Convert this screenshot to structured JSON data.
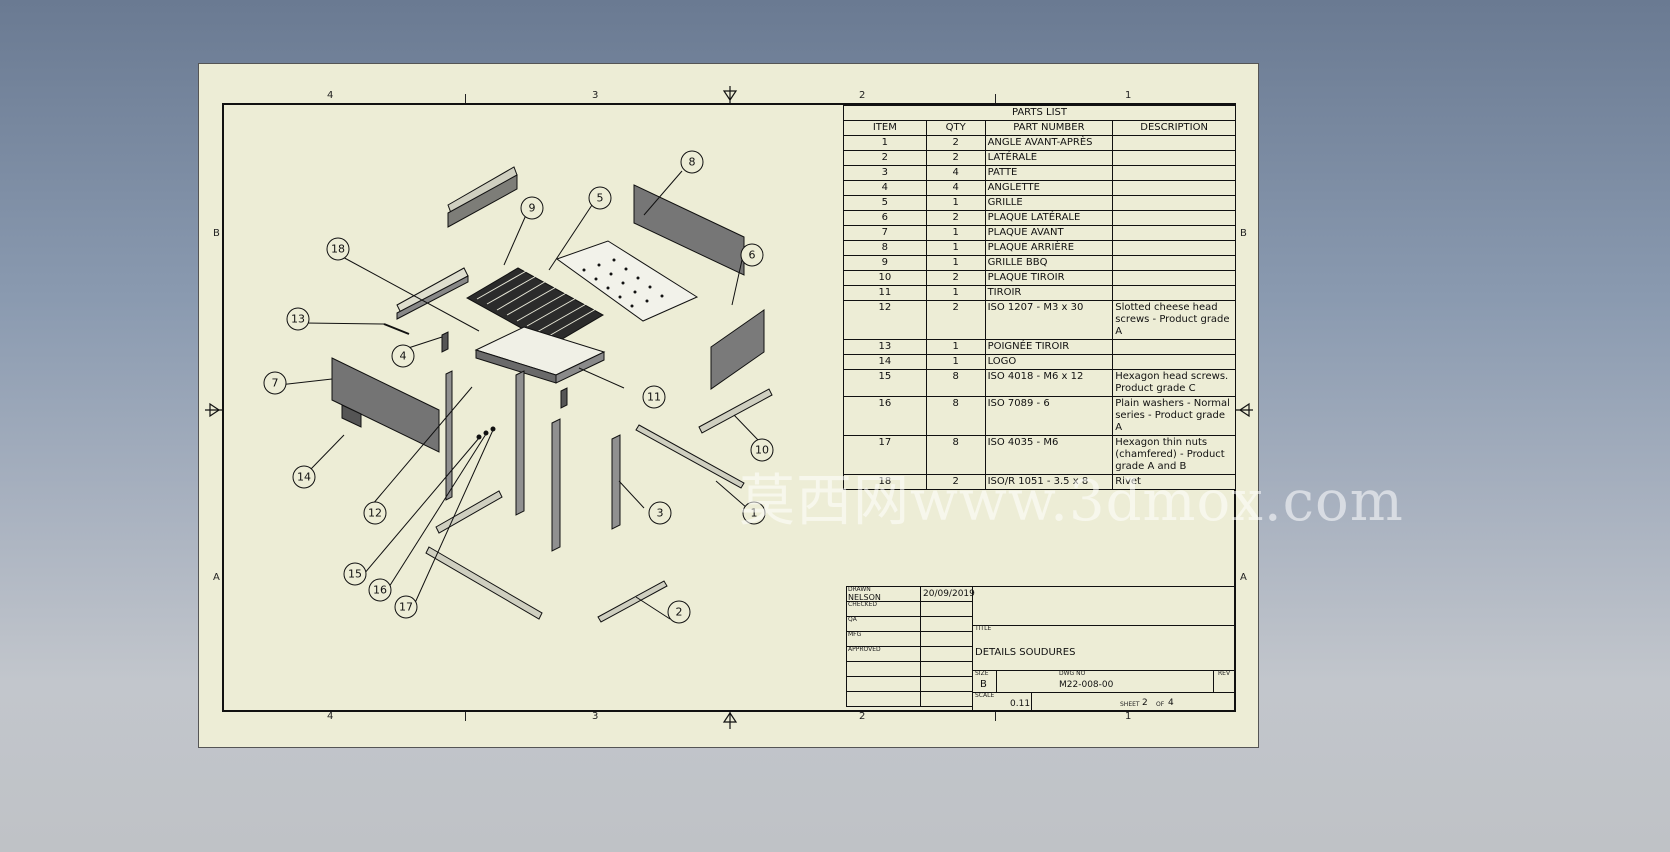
{
  "sheet": {
    "zones_top": [
      "4",
      "3",
      "2",
      "1"
    ],
    "zones_bottom": [
      "4",
      "3",
      "2",
      "1"
    ],
    "zones_left": [
      "B",
      "A"
    ],
    "zones_right": [
      "B",
      "A"
    ]
  },
  "parts_list": {
    "title": "PARTS LIST",
    "headers": [
      "ITEM",
      "QTY",
      "PART NUMBER",
      "DESCRIPTION"
    ],
    "rows": [
      {
        "item": "1",
        "qty": "2",
        "part": "ANGLE AVANT-APRÈS",
        "desc": ""
      },
      {
        "item": "2",
        "qty": "2",
        "part": "LATÉRALE",
        "desc": ""
      },
      {
        "item": "3",
        "qty": "4",
        "part": "PATTE",
        "desc": ""
      },
      {
        "item": "4",
        "qty": "4",
        "part": "ANGLETTE",
        "desc": ""
      },
      {
        "item": "5",
        "qty": "1",
        "part": "GRILLE",
        "desc": ""
      },
      {
        "item": "6",
        "qty": "2",
        "part": "PLAQUE LATÉRALE",
        "desc": ""
      },
      {
        "item": "7",
        "qty": "1",
        "part": "PLAQUE AVANT",
        "desc": ""
      },
      {
        "item": "8",
        "qty": "1",
        "part": "PLAQUE ARRIÈRE",
        "desc": ""
      },
      {
        "item": "9",
        "qty": "1",
        "part": "GRILLE BBQ",
        "desc": ""
      },
      {
        "item": "10",
        "qty": "2",
        "part": "PLAQUE TIROIR",
        "desc": ""
      },
      {
        "item": "11",
        "qty": "1",
        "part": "TIROIR",
        "desc": ""
      },
      {
        "item": "12",
        "qty": "2",
        "part": "ISO 1207 - M3 x 30",
        "desc": "Slotted cheese head screws - Product grade A"
      },
      {
        "item": "13",
        "qty": "1",
        "part": "POIGNÉE TIROIR",
        "desc": ""
      },
      {
        "item": "14",
        "qty": "1",
        "part": "LOGO",
        "desc": ""
      },
      {
        "item": "15",
        "qty": "8",
        "part": "ISO 4018 - M6 x 12",
        "desc": "Hexagon head screws. Product grade C"
      },
      {
        "item": "16",
        "qty": "8",
        "part": "ISO 7089 - 6",
        "desc": "Plain washers - Normal series - Product grade A"
      },
      {
        "item": "17",
        "qty": "8",
        "part": "ISO 4035 - M6",
        "desc": "Hexagon thin nuts (chamfered) - Product grade A and B"
      },
      {
        "item": "18",
        "qty": "2",
        "part": "ISO/R 1051 - 3.5 x 8",
        "desc": "Rivet"
      }
    ]
  },
  "title_block": {
    "drawn_label": "DRAWN",
    "drawn_by": "NELSON",
    "date": "20/09/2019",
    "checked_label": "CHECKED",
    "qa_label": "QA",
    "mfg_label": "MFG",
    "approved_label": "APPROVED",
    "title_label": "TITLE",
    "title": "DETAILS SOUDURES",
    "size_label": "SIZE",
    "size": "B",
    "dwg_label": "DWG NO",
    "dwg_no": "M22-008-00",
    "rev_label": "REV",
    "scale_label": "SCALE",
    "scale": "0.11",
    "sheet_label": "SHEET",
    "sheet_no": "2",
    "of_label": "OF",
    "sheet_total": "4"
  },
  "balloons": [
    "1",
    "2",
    "3",
    "4",
    "5",
    "6",
    "7",
    "8",
    "9",
    "10",
    "11",
    "12",
    "13",
    "14",
    "15",
    "16",
    "17",
    "18"
  ],
  "watermark": "莫西网www.3dmox.com"
}
